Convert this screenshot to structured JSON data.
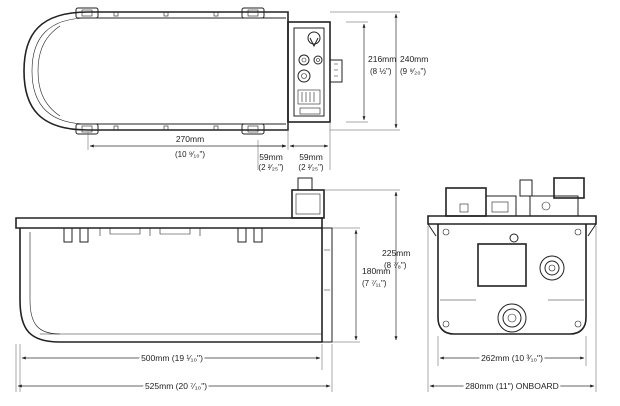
{
  "dimensions": {
    "top_width": {
      "mm": "270mm",
      "inch": "(10 ⁹⁄₁₀\")"
    },
    "top_offset_a": {
      "mm": "59mm",
      "inch": "(2 ²⁄₂₅\")"
    },
    "top_offset_b": {
      "mm": "59mm",
      "inch": "(2 ²⁄₂₅\")"
    },
    "top_height_inner": {
      "mm": "216mm",
      "inch": "(8 ½\")"
    },
    "top_height_outer": {
      "mm": "240mm",
      "inch": "(9 ⁹⁄₂₀\")"
    },
    "side_height_inner": {
      "mm": "180mm",
      "inch": "(7 ⁷⁄₁₁\")"
    },
    "side_height_outer": {
      "mm": "225mm",
      "inch": "(8 ⁷⁄₈\")"
    },
    "side_length_inner": {
      "label": "500mm (19 ¹⁄₁₀\")"
    },
    "side_length_outer": {
      "label": "525mm (20 ⁷⁄₁₀\")"
    },
    "end_width_inner": {
      "label": "262mm (10 ³⁄₁₀\")"
    },
    "end_width_outer": {
      "label": "280mm (11\") ONBOARD"
    }
  }
}
